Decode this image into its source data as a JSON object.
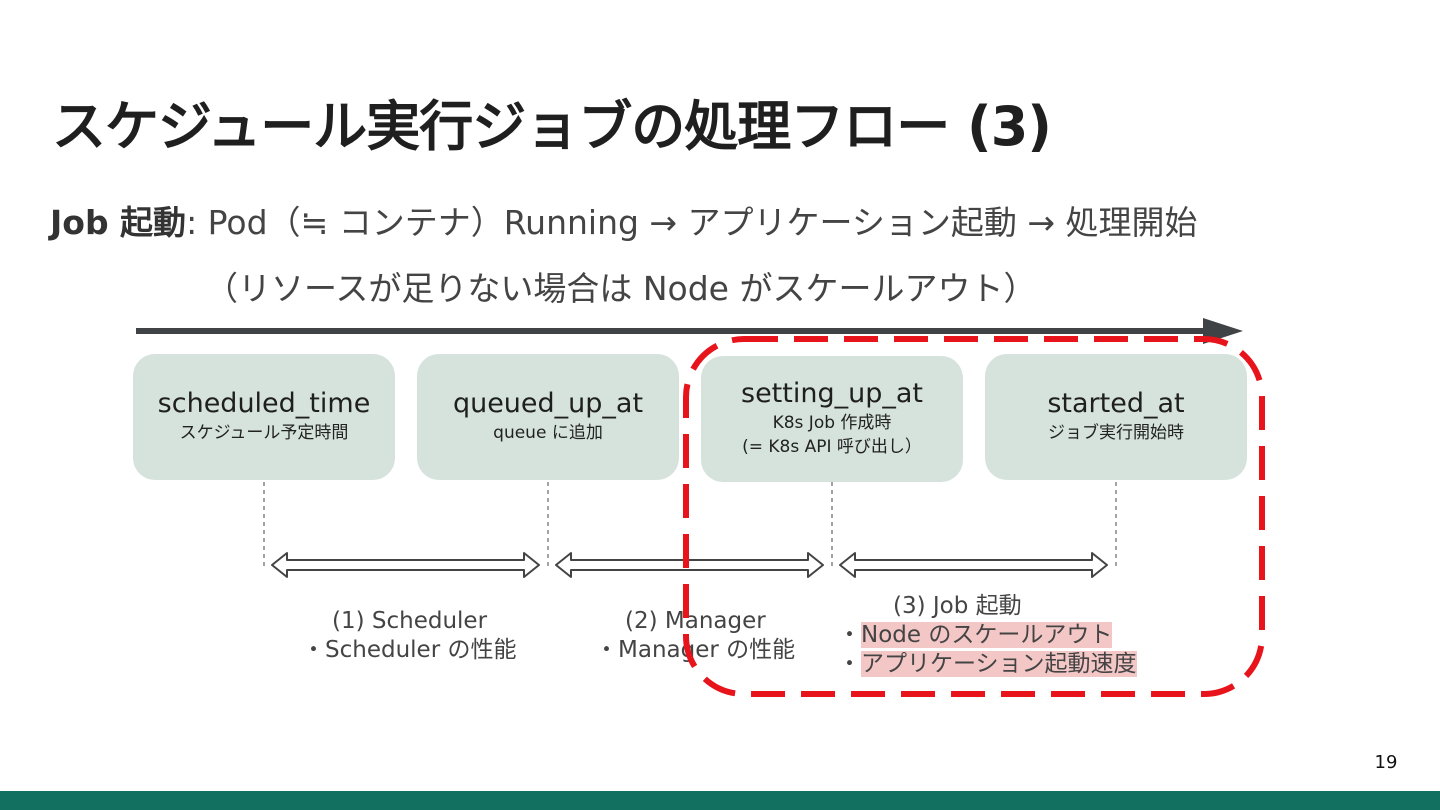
{
  "slide": {
    "title": "スケジュール実行ジョブの処理フロー (3)",
    "subtitle": {
      "bold": "Job 起動",
      "rest": ": Pod（≒ コンテナ）Running → アプリケーション起動 → 処理開始",
      "line2": "（リソースが足りない場合は Node がスケールアウト）"
    },
    "boxes": [
      {
        "name": "scheduled_time",
        "desc1": "スケジュール予定時間",
        "desc2": ""
      },
      {
        "name": "queued_up_at",
        "desc1": "queue に追加",
        "desc2": ""
      },
      {
        "name": "setting_up_at",
        "desc1": "K8s Job 作成時",
        "desc2": "(= K8s API 呼び出し）"
      },
      {
        "name": "started_at",
        "desc1": "ジョブ実行開始時",
        "desc2": ""
      }
    ],
    "phases": [
      {
        "label": "(1) Scheduler",
        "item1": "・Scheduler の性能"
      },
      {
        "label": "(2) Manager",
        "item1": "・Manager の性能"
      },
      {
        "label": "(3) Job 起動",
        "item1_bullet": "・",
        "item1": "Node のスケールアウト",
        "item2_bullet": "・",
        "item2": "アプリケーション起動速度"
      }
    ],
    "highlight_color": "#e8141c",
    "footer_color": "#127061",
    "page_number": "19"
  }
}
